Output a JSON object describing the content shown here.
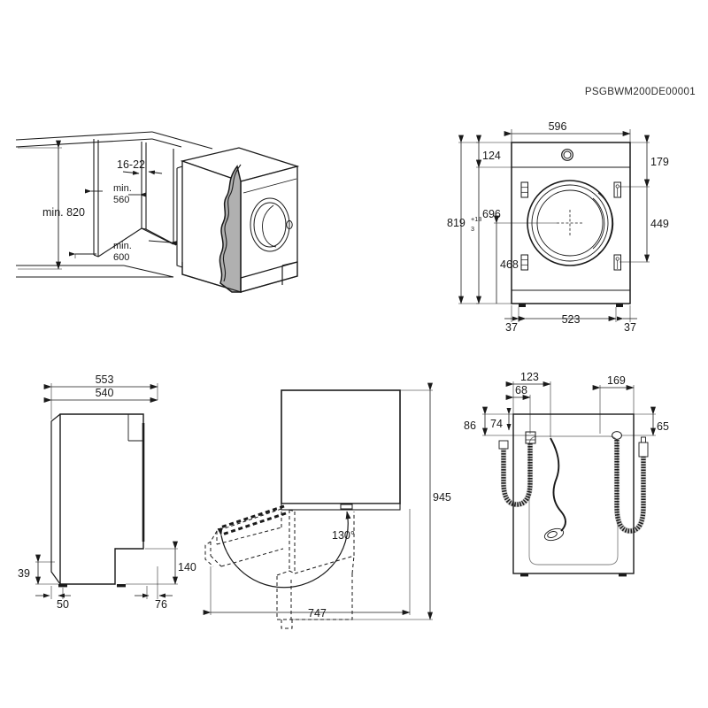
{
  "sheet": {
    "part_number": "PSGBWM200DE00001",
    "background": "#ffffff",
    "line_color": "#1a1a1a",
    "panel_fill": "#b0b0b0"
  },
  "views": {
    "niche": {
      "name": "built-in-niche-perspective",
      "dims": {
        "height_min": "min. 820",
        "depth_min": "min. 560",
        "width_min": "min. 600",
        "panel_thickness": "16-22"
      }
    },
    "front": {
      "name": "front-elevation",
      "dims": {
        "width": "596",
        "top_to_lid": "124",
        "top_to_bracket": "179",
        "body_height": "696",
        "total_height": "819",
        "tol_plus": "+18",
        "tol_minus": "3",
        "bracket_span": "449",
        "centre_height": "468",
        "feet_span": "523",
        "foot_left": "37",
        "foot_right": "37"
      }
    },
    "side": {
      "name": "side-elevation",
      "dims": {
        "depth_outer": "553",
        "depth_body": "540",
        "front_offset": "39",
        "foot_front": "50",
        "foot_rear": "76",
        "recess_height": "140"
      }
    },
    "door": {
      "name": "door-swing-plan",
      "dims": {
        "depth_with_door": "945",
        "width_with_door": "747",
        "angle": "130°"
      }
    },
    "rear": {
      "name": "rear-elevation-hoses",
      "dims": {
        "inlet_outer": "123",
        "inlet_inner": "68",
        "outlet_from_right": "169",
        "top_to_inlet": "86",
        "top_to_inlet_inner": "74",
        "top_to_outlet": "65"
      }
    }
  }
}
